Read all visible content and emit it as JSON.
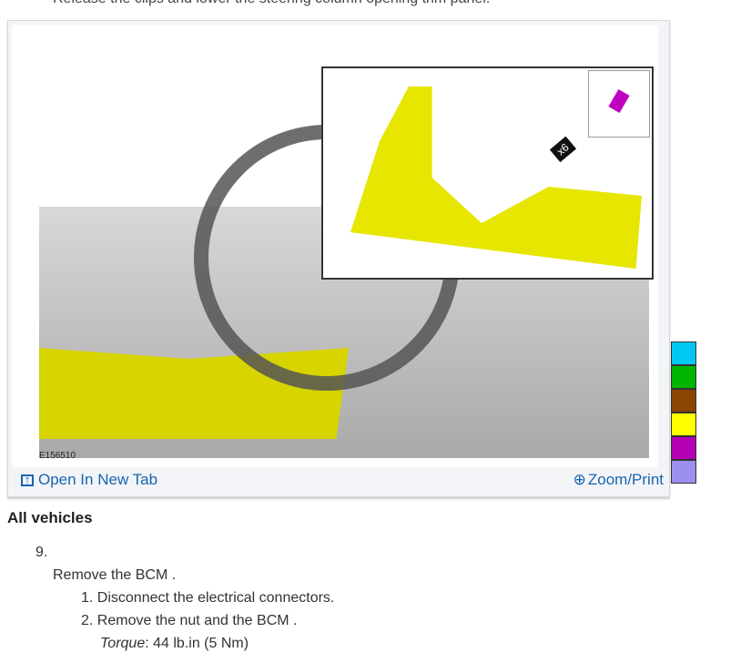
{
  "previous_step_text": "Release the clips and lower the steering column opening trim panel.",
  "figure": {
    "code": "E156510",
    "callout": "x6",
    "open_tab_label": "Open In New Tab",
    "zoom_label": "Zoom/Print"
  },
  "palette": [
    "#00c8f0",
    "#00b400",
    "#8b4500",
    "#ffff00",
    "#b400b4",
    "#9b8ff0"
  ],
  "section_heading": "All vehicles",
  "step": {
    "number": "9.",
    "title": "Remove the BCM .",
    "substeps": [
      "1. Disconnect the electrical connectors.",
      "2. Remove the nut and the BCM ."
    ],
    "torque_label": "Torque",
    "torque_value": ": 44 lb.in (5 Nm)"
  }
}
